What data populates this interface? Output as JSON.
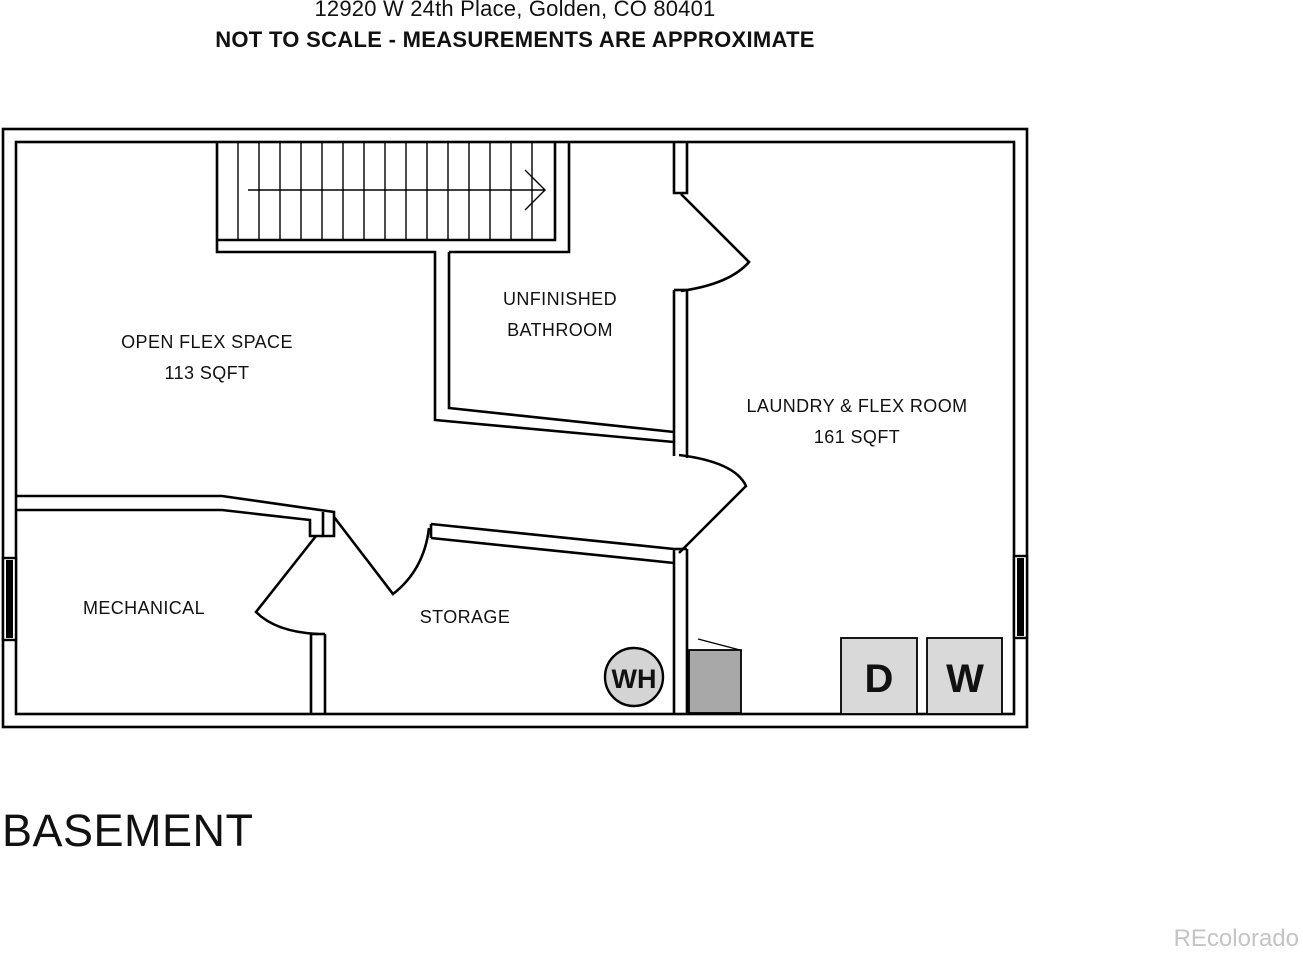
{
  "header": {
    "address": "12920 W 24th Place, Golden, CO 80401",
    "scale_note": "NOT TO SCALE - MEASUREMENTS ARE APPROXIMATE"
  },
  "rooms": {
    "open_flex": {
      "name": "OPEN FLEX SPACE",
      "area": "113 SQFT"
    },
    "bathroom": {
      "name_line1": "UNFINISHED",
      "name_line2": "BATHROOM"
    },
    "laundry": {
      "name": "LAUNDRY & FLEX ROOM",
      "area": "161 SQFT"
    },
    "mechanical": {
      "name": "MECHANICAL"
    },
    "storage": {
      "name": "STORAGE"
    }
  },
  "appliances": {
    "water_heater": "WH",
    "dryer": "D",
    "washer": "W"
  },
  "level_label": "BASEMENT",
  "watermark": "REcolorado",
  "colors": {
    "wall": "#000000",
    "appliance_fill": "#d9d9d9",
    "water_heater_fill": "#d4d4d4",
    "fixture_fill": "#a8a8a8",
    "watermark": "#c4c4c4"
  }
}
